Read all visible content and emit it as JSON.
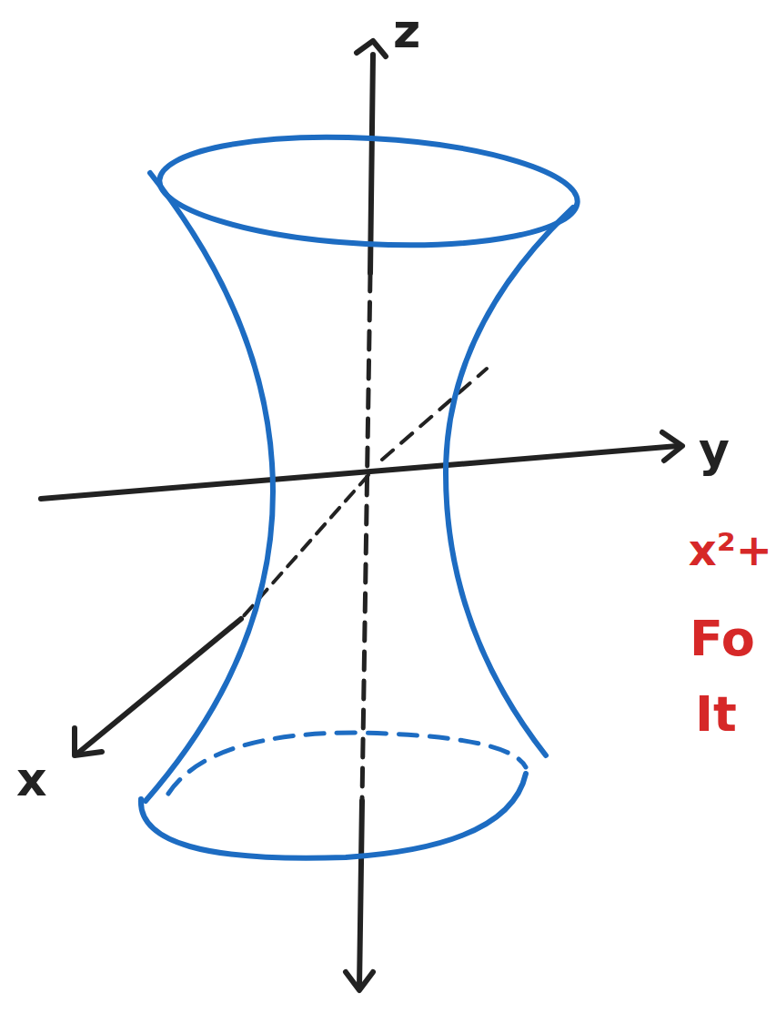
{
  "diagram": {
    "labels": [
      "z",
      "y",
      "x",
      "x²+",
      "Fo",
      "It"
    ]
  }
}
